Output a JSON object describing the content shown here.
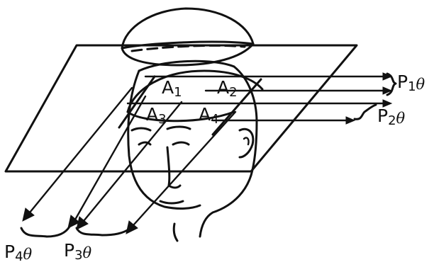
{
  "labels": {
    "a1": {
      "main": "A",
      "sub": "1"
    },
    "a2": {
      "main": "A",
      "sub": "2"
    },
    "a3": {
      "main": "A",
      "sub": "3"
    },
    "a4": {
      "main": "A",
      "sub": "4"
    },
    "p1": {
      "main": "P",
      "sub": "1",
      "theta": "θ"
    },
    "p2": {
      "main": "P",
      "sub": "2",
      "theta": "θ"
    },
    "p3": {
      "main": "P",
      "sub": "3",
      "theta": "θ"
    },
    "p4": {
      "main": "P",
      "sub": "4",
      "theta": "θ"
    }
  }
}
